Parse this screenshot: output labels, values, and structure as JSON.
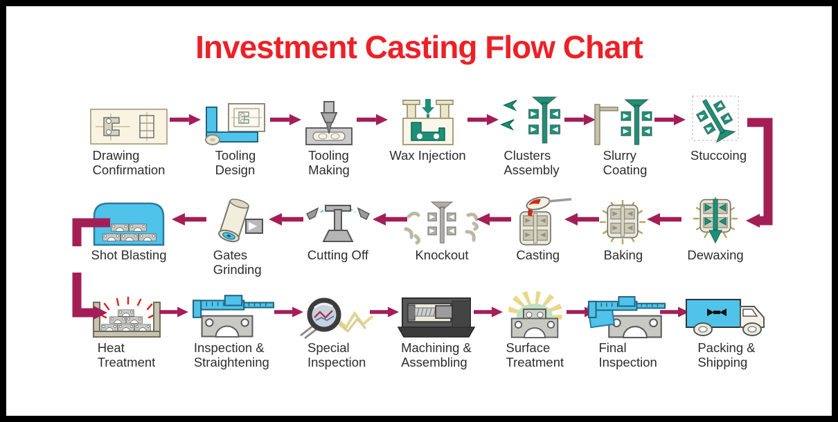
{
  "title": "Investment Casting Flow Chart",
  "colors": {
    "title_red": "#ec2127",
    "arrow_magenta": "#a41e56",
    "icon_teal": "#1f9077",
    "icon_blue": "#4fc3ea"
  },
  "rows": [
    {
      "direction": "left-to-right",
      "steps": [
        {
          "label": "Drawing\nConfirmation",
          "icon": "technical-drawing-icon"
        },
        {
          "label": "Tooling\nDesign",
          "icon": "lsquare-ruler-icon"
        },
        {
          "label": "Tooling\nMaking",
          "icon": "press-drill-icon"
        },
        {
          "label": "Wax Injection",
          "icon": "wax-press-icon"
        },
        {
          "label": "Clusters\nAssembly",
          "icon": "wax-tree-parts-icon"
        },
        {
          "label": "Slurry\nCoating",
          "icon": "tree-dipping-stand-icon"
        },
        {
          "label": "Stuccoing",
          "icon": "tilted-tree-icon"
        }
      ]
    },
    {
      "direction": "right-to-left",
      "steps": [
        {
          "label": "Shot Blasting",
          "icon": "blast-chamber-icon"
        },
        {
          "label": "Gates\nGrinding",
          "icon": "grinding-wheel-icon"
        },
        {
          "label": "Cutting Off",
          "icon": "cutting-tool-icon"
        },
        {
          "label": "Knockout",
          "icon": "shell-knockout-icon"
        },
        {
          "label": "Casting",
          "icon": "pouring-ladle-icon"
        },
        {
          "label": "Baking",
          "icon": "heated-mold-icon"
        },
        {
          "label": "Dewaxing",
          "icon": "melting-wax-mold-icon"
        }
      ]
    },
    {
      "direction": "left-to-right",
      "steps": [
        {
          "label": "Heat\nTreatment",
          "icon": "furnace-tray-icon"
        },
        {
          "label": "Inspection &\nStraightening",
          "icon": "caliper-part-icon"
        },
        {
          "label": "Special\nInspection",
          "icon": "magnifier-icon"
        },
        {
          "label": "Machining &\nAssembling",
          "icon": "cnc-machine-icon"
        },
        {
          "label": "Surface\nTreatment",
          "icon": "glowing-part-icon"
        },
        {
          "label": "Final\nInspection",
          "icon": "caliper-final-icon"
        },
        {
          "label": "Packing &\nShipping",
          "icon": "delivery-truck-icon"
        }
      ]
    }
  ],
  "flow_sequence": [
    "Drawing Confirmation",
    "Tooling Design",
    "Tooling Making",
    "Wax Injection",
    "Clusters Assembly",
    "Slurry Coating",
    "Stuccoing",
    "Dewaxing",
    "Baking",
    "Casting",
    "Knockout",
    "Cutting Off",
    "Gates Grinding",
    "Shot Blasting",
    "Heat Treatment",
    "Inspection & Straightening",
    "Special Inspection",
    "Machining & Assembling",
    "Surface Treatment",
    "Final Inspection",
    "Packing & Shipping"
  ]
}
